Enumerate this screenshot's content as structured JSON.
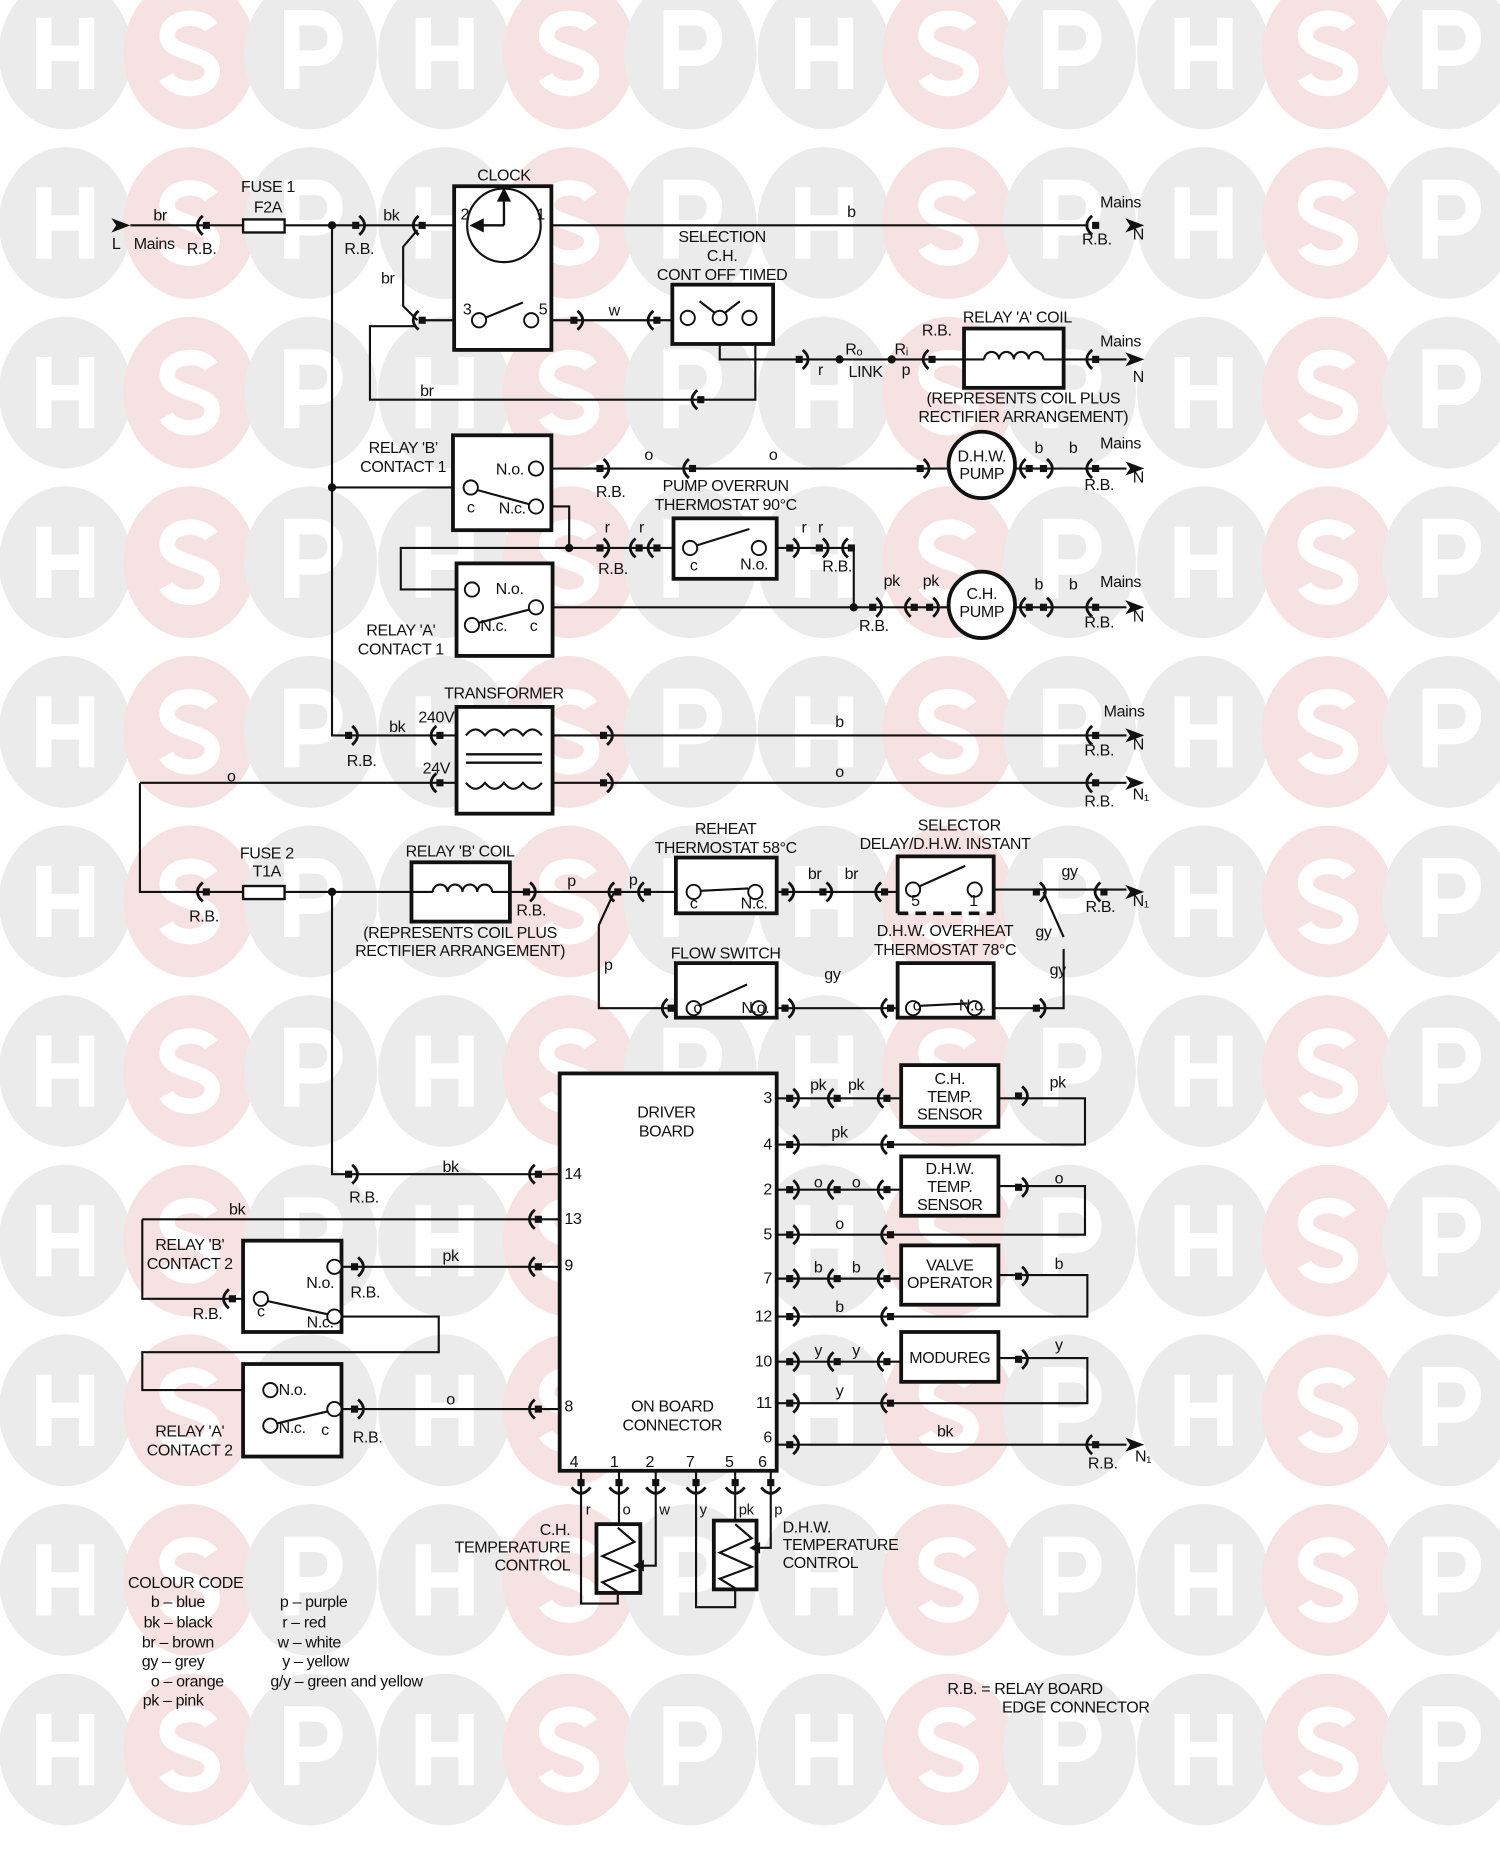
{
  "watermark": {
    "letters": [
      "H",
      "S",
      "P"
    ],
    "colors": {
      "grey": "#ebebeb",
      "pink": "#f6e2e2"
    }
  },
  "common": {
    "rb": "R.B.",
    "mains": "Mains",
    "n": "N",
    "n1": "N₁",
    "l": "L"
  },
  "wire": {
    "b": "b",
    "bk": "bk",
    "br": "br",
    "gy": "gy",
    "o": "o",
    "pk": "pk",
    "p": "p",
    "r": "r",
    "w": "w",
    "y": "y"
  },
  "fuse1": {
    "title": "FUSE 1",
    "rating": "F2A"
  },
  "fuse2": {
    "title": "FUSE 2",
    "rating": "T1A"
  },
  "clock": {
    "title": "CLOCK",
    "t1": "1",
    "t2": "2",
    "t3": "3",
    "t5": "5"
  },
  "selection": {
    "line1": "SELECTION",
    "line2": "C.H.",
    "line3": "CONT OFF TIMED"
  },
  "link": {
    "ro": "Rₒ",
    "ri": "Rᵢ",
    "label": "LINK"
  },
  "relay_a_coil": {
    "title": "RELAY 'A' COIL",
    "note1": "(REPRESENTS COIL PLUS",
    "note2": "RECTIFIER ARRANGEMENT)"
  },
  "relay_b_coil": {
    "title": "RELAY 'B' COIL",
    "note1": "(REPRESENTS COIL PLUS",
    "note2": "RECTIFIER ARRANGEMENT)"
  },
  "contacts": {
    "no": "N.o.",
    "nc": "N.c.",
    "c": "c"
  },
  "relay_b_contact1": {
    "line1": "RELAY 'B'",
    "line2": "CONTACT 1"
  },
  "relay_a_contact1": {
    "line1": "RELAY 'A'",
    "line2": "CONTACT 1"
  },
  "relay_b_contact2": {
    "line1": "RELAY 'B'",
    "line2": "CONTACT 2"
  },
  "relay_a_contact2": {
    "line1": "RELAY 'A'",
    "line2": "CONTACT 2"
  },
  "dhw_pump": {
    "line1": "D.H.W.",
    "line2": "PUMP"
  },
  "ch_pump": {
    "line1": "C.H.",
    "line2": "PUMP"
  },
  "pump_overrun": {
    "line1": "PUMP OVERRUN",
    "line2": "THERMOSTAT 90°C"
  },
  "transformer": {
    "title": "TRANSFORMER",
    "v240": "240V",
    "v24": "24V"
  },
  "reheat": {
    "line1": "REHEAT",
    "line2": "THERMOSTAT 58°C"
  },
  "selector": {
    "line1": "SELECTOR",
    "line2": "DELAY/D.H.W. INSTANT",
    "t5": "5",
    "t1": "1"
  },
  "flow_switch": {
    "title": "FLOW SWITCH"
  },
  "dhw_overheat": {
    "line1": "D.H.W. OVERHEAT",
    "line2": "THERMOSTAT 78°C"
  },
  "driver_board": {
    "line1": "DRIVER",
    "line2": "BOARD",
    "connector1": "ON BOARD",
    "connector2": "CONNECTOR",
    "left_pins": [
      "14",
      "13",
      "9",
      "8"
    ],
    "right_pins": [
      "3",
      "4",
      "2",
      "5",
      "7",
      "12",
      "10",
      "11",
      "6"
    ],
    "bottom_pins": [
      "4",
      "1",
      "2",
      "7",
      "5",
      "6"
    ]
  },
  "ch_temp_sensor": {
    "line1": "C.H.",
    "line2": "TEMP.",
    "line3": "SENSOR"
  },
  "dhw_temp_sensor": {
    "line1": "D.H.W.",
    "line2": "TEMP.",
    "line3": "SENSOR"
  },
  "valve_operator": {
    "line1": "VALVE",
    "line2": "OPERATOR"
  },
  "modureg": {
    "title": "MODUREG"
  },
  "ch_temp_control": {
    "line1": "C.H.",
    "line2": "TEMPERATURE",
    "line3": "CONTROL"
  },
  "dhw_temp_control": {
    "line1": "D.H.W.",
    "line2": "TEMPERATURE",
    "line3": "CONTROL"
  },
  "colour_code": {
    "title": "COLOUR CODE",
    "left": [
      "b – blue",
      "bk – black",
      "br – brown",
      "gy – grey",
      "o – orange",
      "pk – pink"
    ],
    "right": [
      "p – purple",
      "r – red",
      "w – white",
      "y – yellow",
      "g/y – green and yellow"
    ]
  },
  "rb_note": {
    "line1": "R.B. = RELAY BOARD",
    "line2": "EDGE CONNECTOR"
  }
}
